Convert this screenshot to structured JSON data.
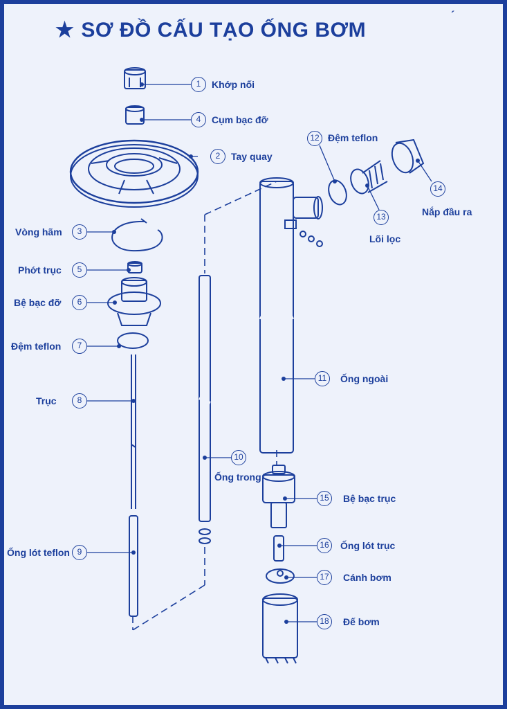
{
  "title": {
    "star": "★",
    "text": "SƠ ĐỒ CẤU TẠO ỐNG BƠM",
    "corner_mark": "´"
  },
  "colors": {
    "primary": "#1c3f9c",
    "background": "#eef2fb"
  },
  "parts": [
    {
      "number": "1",
      "label": "Khớp nối"
    },
    {
      "number": "2",
      "label": "Tay quay"
    },
    {
      "number": "3",
      "label": "Vòng hãm"
    },
    {
      "number": "4",
      "label": "Cụm bạc đỡ"
    },
    {
      "number": "5",
      "label": "Phớt trục"
    },
    {
      "number": "6",
      "label": "Bệ bạc đỡ"
    },
    {
      "number": "7",
      "label": "Đệm teflon"
    },
    {
      "number": "8",
      "label": "Trục"
    },
    {
      "number": "9",
      "label": "Ống lót teflon"
    },
    {
      "number": "10",
      "label": "Ống trong"
    },
    {
      "number": "11",
      "label": "Ống ngoài"
    },
    {
      "number": "12",
      "label": "Đệm teflon"
    },
    {
      "number": "13",
      "label": "Lõi lọc"
    },
    {
      "number": "14",
      "label": "Nắp đầu ra"
    },
    {
      "number": "15",
      "label": "Bệ bạc trục"
    },
    {
      "number": "16",
      "label": "Ống lót trục"
    },
    {
      "number": "17",
      "label": "Cánh bơm"
    },
    {
      "number": "18",
      "label": "Đế bơm"
    }
  ]
}
